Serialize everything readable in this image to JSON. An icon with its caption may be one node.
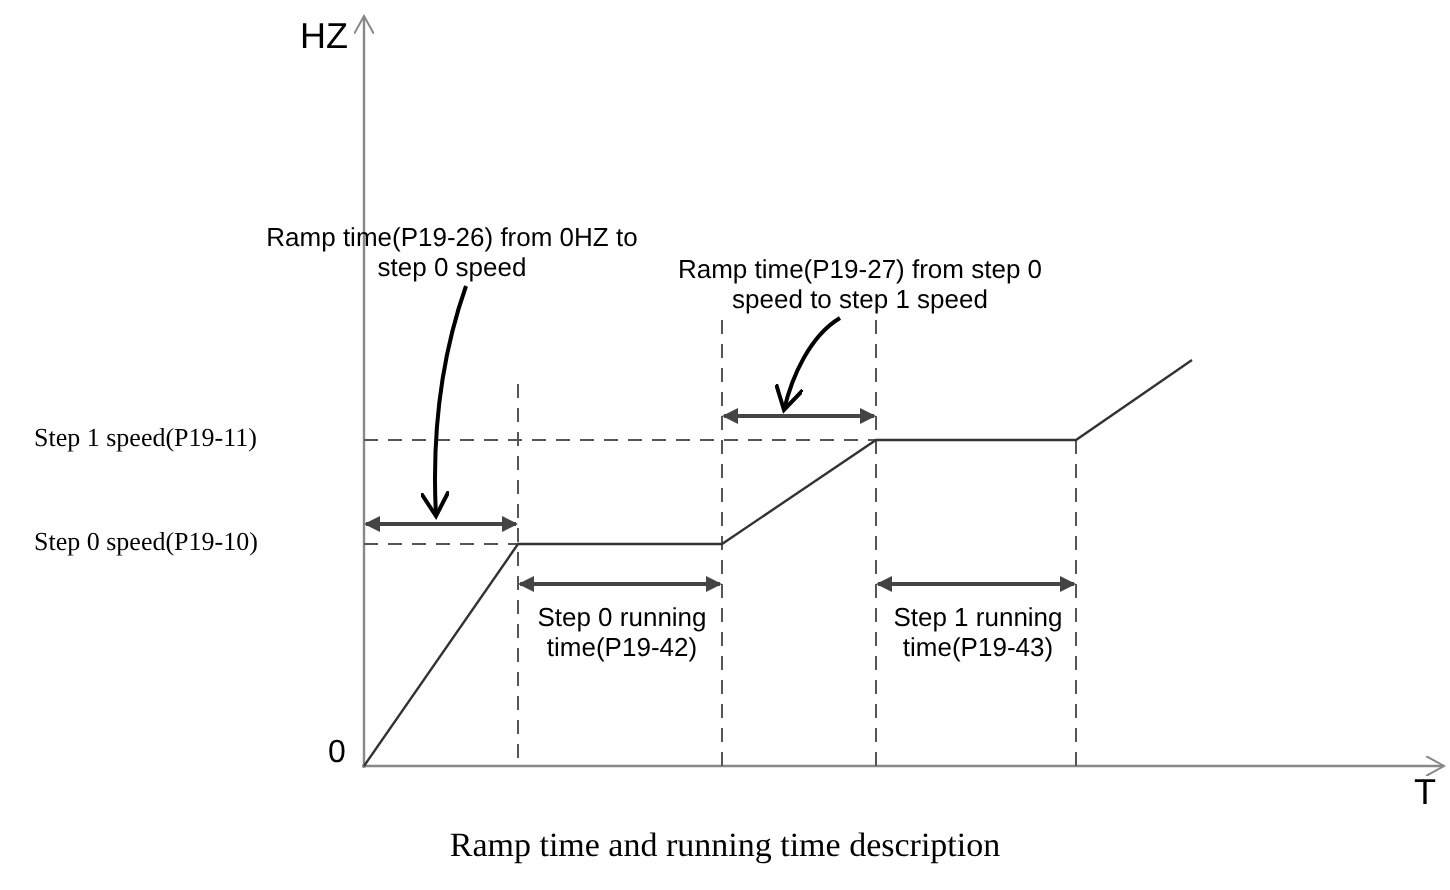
{
  "diagram": {
    "caption": "Ramp time and running time description",
    "nodes": [
      {
        "text": [
          "Ramp time(P19-26) from 0HZ to step 0 speed"
        ]
      },
      {
        "text": [
          "Ramp time(P19-27) from step 0 speed to step 1 speed"
        ]
      }
    ],
    "edges": [
      {
        "from": 0,
        "to": null,
        "arrow": "to"
      },
      {
        "from": 1,
        "to": null,
        "arrow": "to"
      }
    ],
    "labels": [
      "HZ",
      "Step 1 speed(P19-11)",
      "Step 0 speed(P19-10)",
      "0",
      "Step 0 running time(P19-42)",
      "Step 1 running time(P19-43)",
      "T"
    ]
  }
}
